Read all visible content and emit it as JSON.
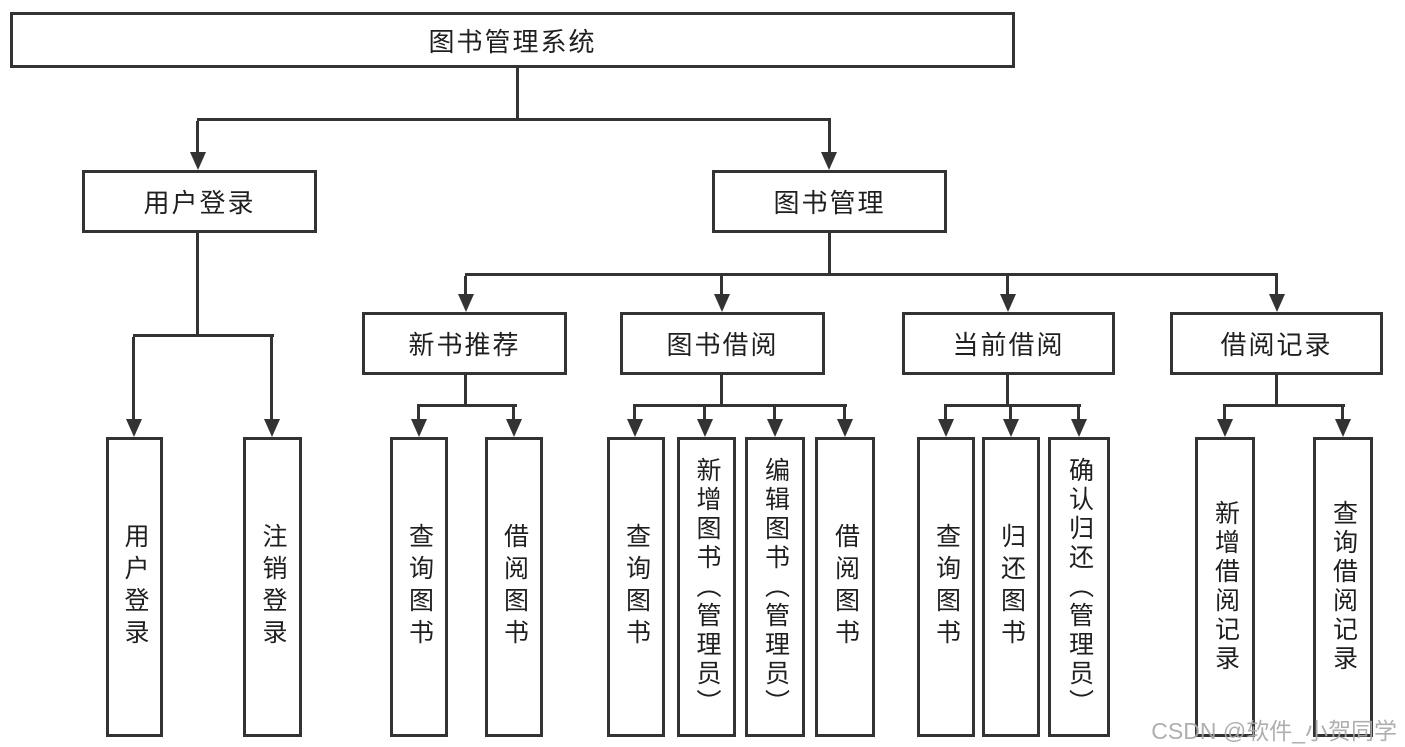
{
  "colors": {
    "line": "#333333",
    "text": "#1f1f1f",
    "box_background": "#ffffff",
    "watermark": "#a8a8a8"
  },
  "tree": {
    "root": "图书管理系统",
    "user_login": {
      "label": "用户登录",
      "children": [
        "用户登录",
        "注销登录"
      ]
    },
    "book_mgmt": {
      "label": "图书管理",
      "modules": [
        {
          "label": "新书推荐",
          "children": [
            "查询图书",
            "借阅图书"
          ]
        },
        {
          "label": "图书借阅",
          "children": [
            "查询图书",
            "新增图书（管理员）",
            "编辑图书（管理员）",
            "借阅图书"
          ]
        },
        {
          "label": "当前借阅",
          "children": [
            "查询图书",
            "归还图书",
            "确认归还（管理员）"
          ]
        },
        {
          "label": "借阅记录",
          "children": [
            "新增借阅记录",
            "查询借阅记录"
          ]
        }
      ]
    }
  },
  "watermark": {
    "text": "CSDN @软件_小贺同学"
  }
}
